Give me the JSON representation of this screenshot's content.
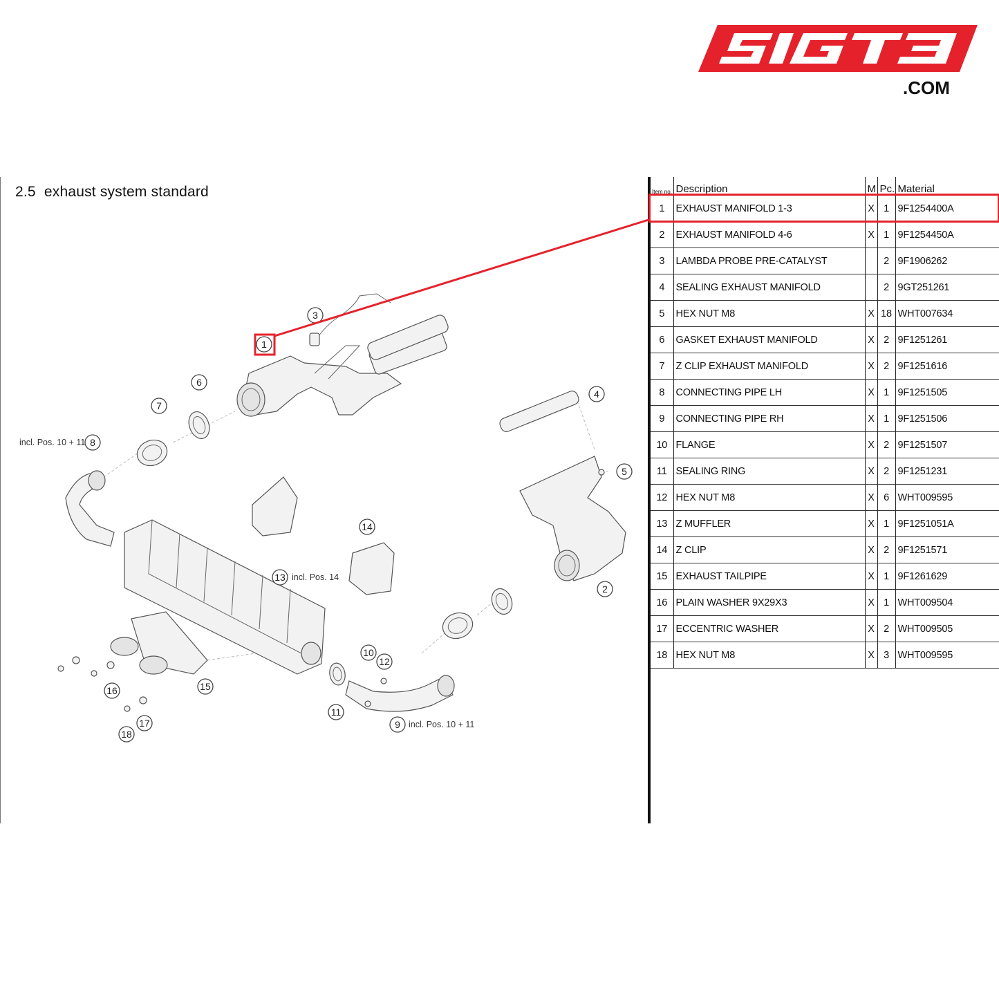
{
  "logo": {
    "text": "SIGT3",
    "suffix": ".COM",
    "color": "#e5222c"
  },
  "page": {
    "title": "2.5  exhaust system standard"
  },
  "table": {
    "headers": {
      "item": "Item no.",
      "description": "Description",
      "m": "M",
      "pc": "Pc.",
      "material": "Material"
    },
    "rows": [
      {
        "item": "1",
        "description": "EXHAUST MANIFOLD 1-3",
        "m": "X",
        "pc": "1",
        "material": "9F1254400A"
      },
      {
        "item": "2",
        "description": "EXHAUST MANIFOLD 4-6",
        "m": "X",
        "pc": "1",
        "material": "9F1254450A"
      },
      {
        "item": "3",
        "description": "LAMBDA PROBE PRE-CATALYST",
        "m": "",
        "pc": "2",
        "material": "9F1906262"
      },
      {
        "item": "4",
        "description": "SEALING EXHAUST MANIFOLD",
        "m": "",
        "pc": "2",
        "material": "9GT251261"
      },
      {
        "item": "5",
        "description": "HEX NUT M8",
        "m": "X",
        "pc": "18",
        "material": "WHT007634"
      },
      {
        "item": "6",
        "description": "GASKET EXHAUST MANIFOLD",
        "m": "X",
        "pc": "2",
        "material": "9F1251261"
      },
      {
        "item": "7",
        "description": "Z CLIP EXHAUST MANIFOLD",
        "m": "X",
        "pc": "2",
        "material": "9F1251616"
      },
      {
        "item": "8",
        "description": "CONNECTING PIPE LH",
        "m": "X",
        "pc": "1",
        "material": "9F1251505"
      },
      {
        "item": "9",
        "description": "CONNECTING PIPE RH",
        "m": "X",
        "pc": "1",
        "material": "9F1251506"
      },
      {
        "item": "10",
        "description": "FLANGE",
        "m": "X",
        "pc": "2",
        "material": "9F1251507"
      },
      {
        "item": "11",
        "description": "SEALING RING",
        "m": "X",
        "pc": "2",
        "material": "9F1251231"
      },
      {
        "item": "12",
        "description": "HEX NUT M8",
        "m": "X",
        "pc": "6",
        "material": "WHT009595"
      },
      {
        "item": "13",
        "description": "Z MUFFLER",
        "m": "X",
        "pc": "1",
        "material": "9F1251051A"
      },
      {
        "item": "14",
        "description": "Z CLIP",
        "m": "X",
        "pc": "2",
        "material": "9F1251571"
      },
      {
        "item": "15",
        "description": "EXHAUST TAILPIPE",
        "m": "X",
        "pc": "1",
        "material": "9F1261629"
      },
      {
        "item": "16",
        "description": "PLAIN WASHER 9X29X3",
        "m": "X",
        "pc": "1",
        "material": "WHT009504"
      },
      {
        "item": "17",
        "description": "ECCENTRIC WASHER",
        "m": "X",
        "pc": "2",
        "material": "WHT009505"
      },
      {
        "item": "18",
        "description": "HEX NUT M8",
        "m": "X",
        "pc": "3",
        "material": "WHT009595"
      }
    ],
    "highlighted_item": "1",
    "highlight_color": "#e5222c"
  },
  "diagram": {
    "callouts": [
      "1",
      "2",
      "3",
      "4",
      "5",
      "6",
      "7",
      "8",
      "9",
      "10",
      "11",
      "12",
      "13",
      "14",
      "15",
      "16",
      "17",
      "18"
    ],
    "notes": {
      "incl_8": "incl. Pos. 10 + 11",
      "incl_9": "incl. Pos. 10 + 11",
      "incl_13": "incl. Pos. 14"
    }
  }
}
